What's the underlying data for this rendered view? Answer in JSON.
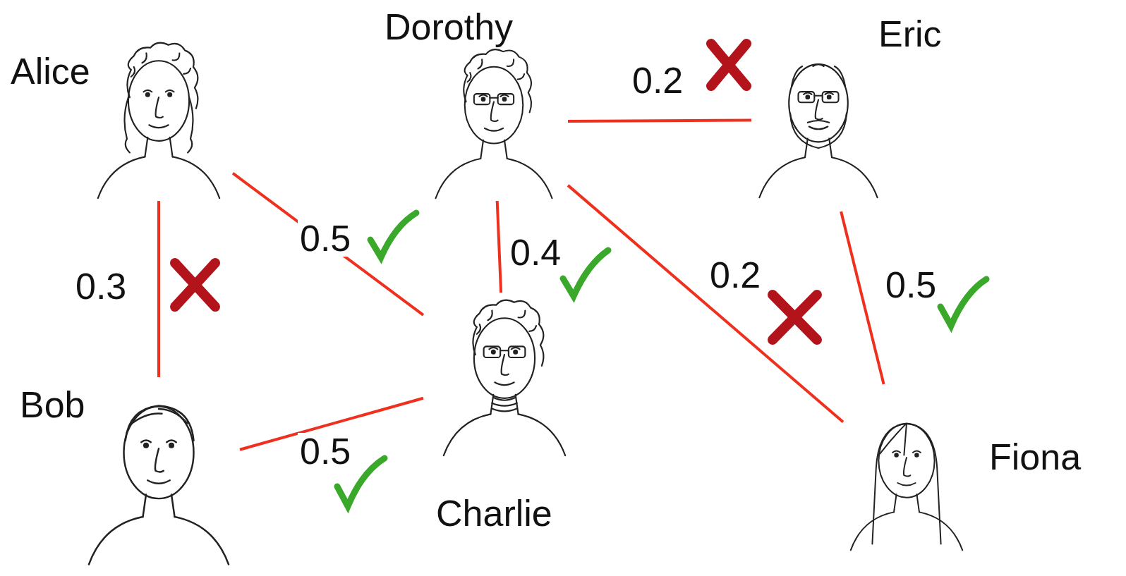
{
  "diagram": {
    "nodes": [
      {
        "text": [
          "Alice"
        ]
      },
      {
        "text": [
          "Dorothy"
        ]
      },
      {
        "text": [
          "Eric"
        ]
      },
      {
        "text": [
          "Bob"
        ]
      },
      {
        "text": [
          "Charlie"
        ]
      },
      {
        "text": [
          "Fiona"
        ]
      }
    ],
    "edges": [
      {
        "from": 0,
        "to": 3,
        "arrow": "none",
        "label": "0.3"
      },
      {
        "from": 0,
        "to": 4,
        "arrow": "none",
        "label": "0.5"
      },
      {
        "from": 1,
        "to": 4,
        "arrow": "none",
        "label": "0.4"
      },
      {
        "from": 3,
        "to": 4,
        "arrow": "none",
        "label": "0.5"
      },
      {
        "from": 1,
        "to": 2,
        "arrow": "none",
        "label": "0.2"
      },
      {
        "from": 1,
        "to": 5,
        "arrow": "none",
        "label": "0.2"
      },
      {
        "from": 2,
        "to": 5,
        "arrow": "none",
        "label": "0.5"
      }
    ]
  }
}
